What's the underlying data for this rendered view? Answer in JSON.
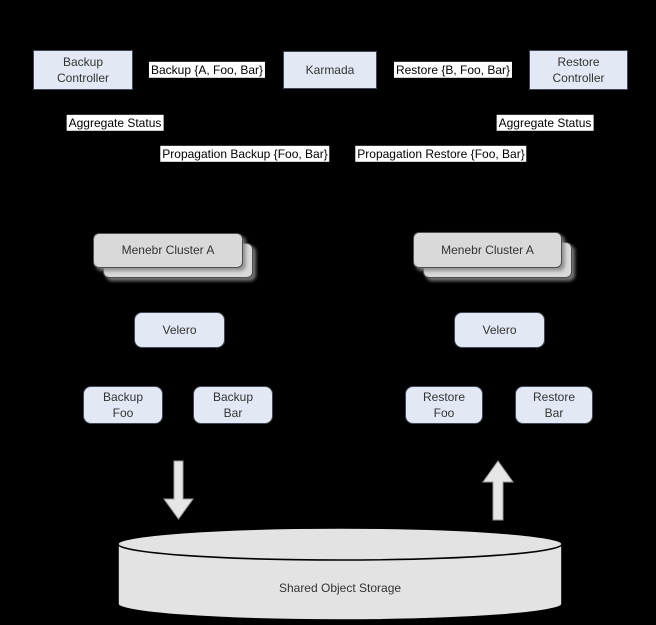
{
  "colors": {
    "background": "#000000",
    "node_fill": "#e2e8f4",
    "node_border": "#414855",
    "cluster_fill": "#d9d9d9",
    "label_bg": "#ffffff",
    "storage_fill": "#e3e3e3",
    "arrow_fill": "#e6e6e6"
  },
  "nodes": {
    "backup_controller": "Backup\nController",
    "karmada": "Karmada",
    "restore_controller": "Restore\nController",
    "cluster_left": "Menebr Cluster A",
    "cluster_right": "Menebr Cluster A",
    "velero_left": "Velero",
    "velero_right": "Velero",
    "backup_foo": "Backup\nFoo",
    "backup_bar": "Backup\nBar",
    "restore_foo": "Restore\nFoo",
    "restore_bar": "Restore\nBar",
    "storage": "Shared Object Storage"
  },
  "edge_labels": {
    "backup_crd": "Backup {A, Foo, Bar}",
    "restore_crd": "Restore {B, Foo, Bar}",
    "aggregate_status_left": "Aggregate Status",
    "aggregate_status_right": "Aggregate Status",
    "propagation_backup": "Propagation Backup {Foo, Bar}",
    "propagation_restore": "Propagation Restore {Foo, Bar}"
  }
}
